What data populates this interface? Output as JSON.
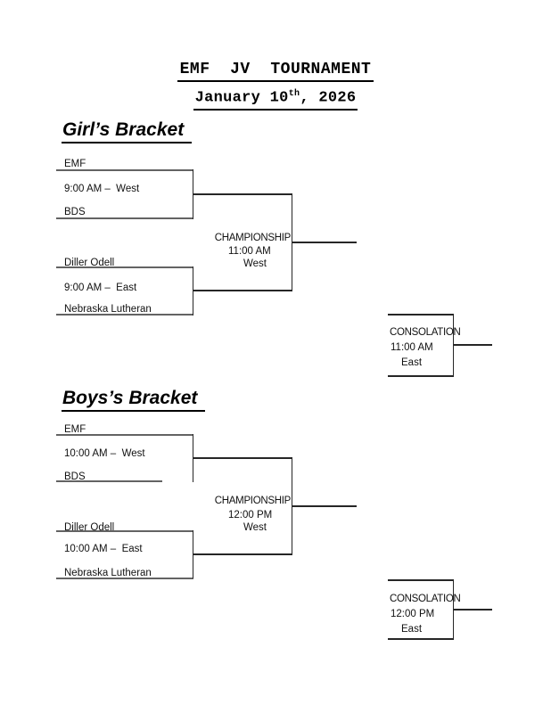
{
  "document": {
    "title": "EMF  JV  TOURNAMENT",
    "date": {
      "prefix": "January 10",
      "superscript": "th",
      "suffix": ", 2026"
    }
  },
  "girls": {
    "heading": "Girl’s Bracket",
    "game1": {
      "top_team": "EMF",
      "time": "9:00 AM –  West",
      "bottom_team": "BDS"
    },
    "game2": {
      "top_team": "Diller Odell",
      "time": "9:00 AM –  East",
      "bottom_team": "Nebraska Lutheran"
    },
    "championship": {
      "label": "CHAMPIONSHIP",
      "time": "11:00 AM",
      "location": "West"
    },
    "consolation": {
      "label": "CONSOLATION",
      "time": "11:00 AM",
      "location": "East"
    }
  },
  "boys": {
    "heading": "Boys’s Bracket",
    "game1": {
      "top_team": "EMF",
      "time": "10:00 AM –  West",
      "bottom_team": "BDS"
    },
    "game2": {
      "top_team": "Diller Odell",
      "time": "10:00 AM –  East",
      "bottom_team": "Nebraska Lutheran"
    },
    "championship": {
      "label": "CHAMPIONSHIP",
      "time": "12:00 PM",
      "location": "West"
    },
    "consolation": {
      "label": "CONSOLATION",
      "time": "12:00 PM",
      "location": "East"
    }
  }
}
